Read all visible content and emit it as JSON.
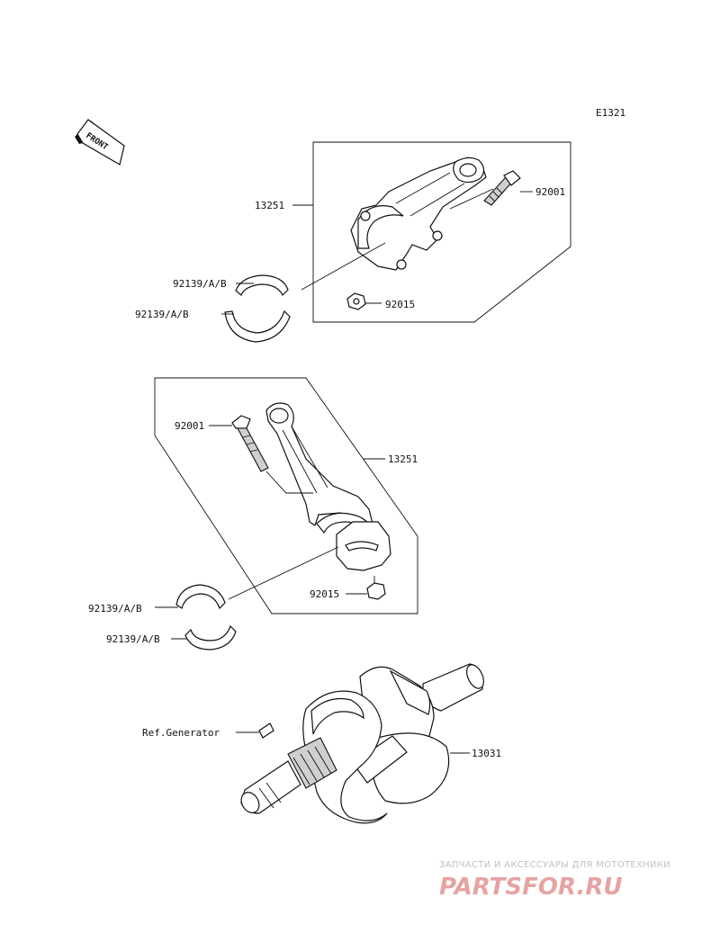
{
  "diagram": {
    "diagram_code": "E1321",
    "front_label": "FRONT",
    "labels": {
      "rod_upper": "13251",
      "rod_lower": "13251",
      "bolt_upper": "92001",
      "bolt_lower": "92001",
      "nut_upper": "92015",
      "nut_lower": "92015",
      "bearing_upper_a": "92139/A/B",
      "bearing_upper_b": "92139/A/B",
      "bearing_lower_a": "92139/A/B",
      "bearing_lower_b": "92139/A/B",
      "ref_generator": "Ref.Generator",
      "crankshaft": "13031"
    }
  },
  "watermark": {
    "tagline": "ЗАПЧАСТИ И АКСЕССУАРЫ ДЛЯ МОТОТЕХНИКИ",
    "brand": "PARTSFOR.RU",
    "brand_color": "#e08a8a"
  }
}
